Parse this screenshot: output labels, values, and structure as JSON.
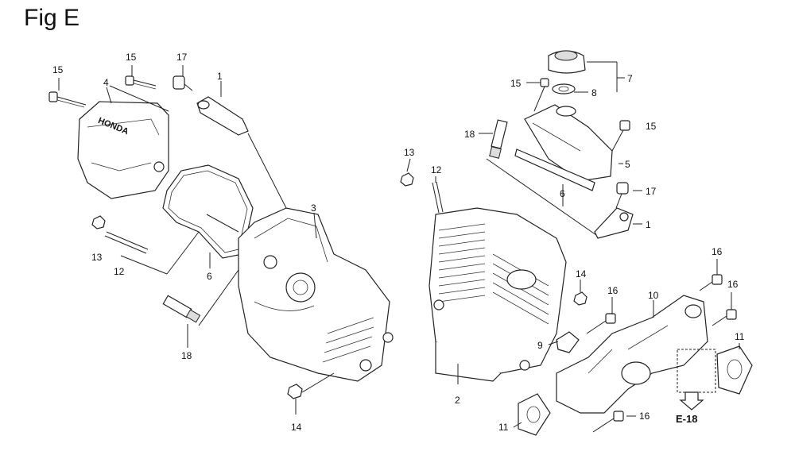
{
  "figure": {
    "title": "Fig E",
    "brand_logo": "HONDA",
    "reference_label": "E-18",
    "callouts": {
      "c15a": "15",
      "c15b": "15",
      "c15c": "15",
      "c15d": "15",
      "c17a": "17",
      "c17b": "17",
      "c1a": "1",
      "c1b": "1",
      "c4": "4",
      "c3": "3",
      "c2": "2",
      "c13a": "13",
      "c13b": "13",
      "c12a": "12",
      "c12b": "12",
      "c6a": "6",
      "c6b": "6",
      "c18a": "18",
      "c18b": "18",
      "c14a": "14",
      "c14b": "14",
      "c7": "7",
      "c8": "8",
      "c5": "5",
      "c9": "9",
      "c10": "10",
      "c16a": "16",
      "c16b": "16",
      "c16c": "16",
      "c16d": "16",
      "c11a": "11",
      "c11b": "11"
    }
  }
}
